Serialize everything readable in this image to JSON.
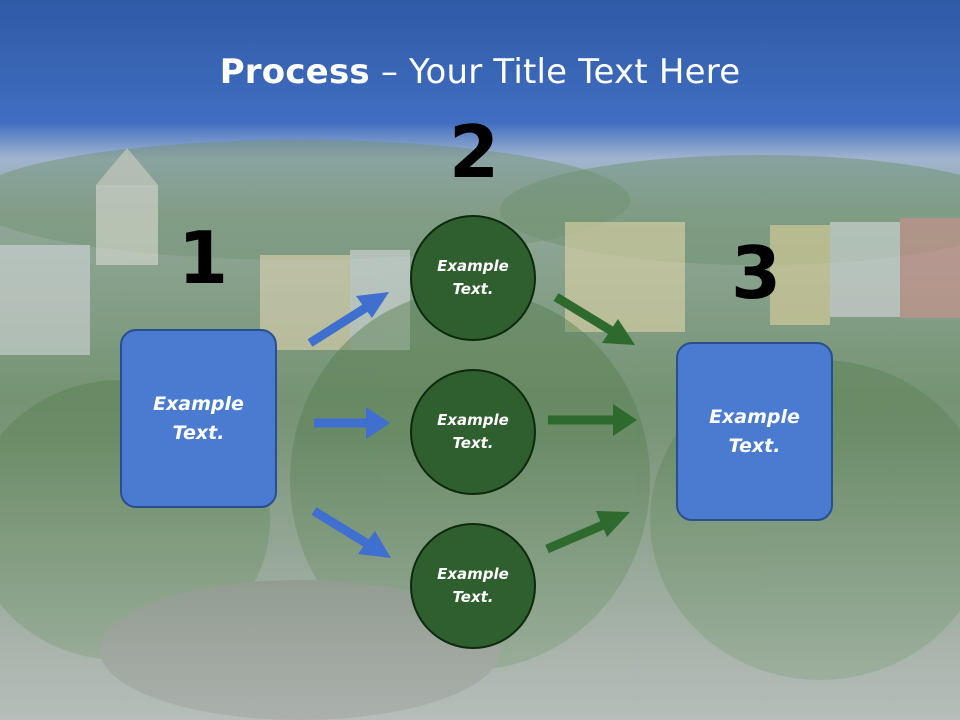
{
  "title": {
    "bold": "Process",
    "rest": " – Your Title Text Here"
  },
  "steps": [
    {
      "number": "1",
      "text_line1": "Example",
      "text_line2": "Text."
    },
    {
      "number": "2"
    },
    {
      "number": "3",
      "text_line1": "Example",
      "text_line2": "Text."
    }
  ],
  "circles": [
    {
      "line1": "Example",
      "line2": "Text."
    },
    {
      "line1": "Example",
      "line2": "Text."
    },
    {
      "line1": "Example",
      "line2": "Text."
    }
  ],
  "colors": {
    "title_band": "#3b68b8",
    "box": "#4a7bd0",
    "circle": "#2f5e2f",
    "arrow_blue": "#3f6fcf",
    "arrow_green": "#2e6a2e"
  }
}
